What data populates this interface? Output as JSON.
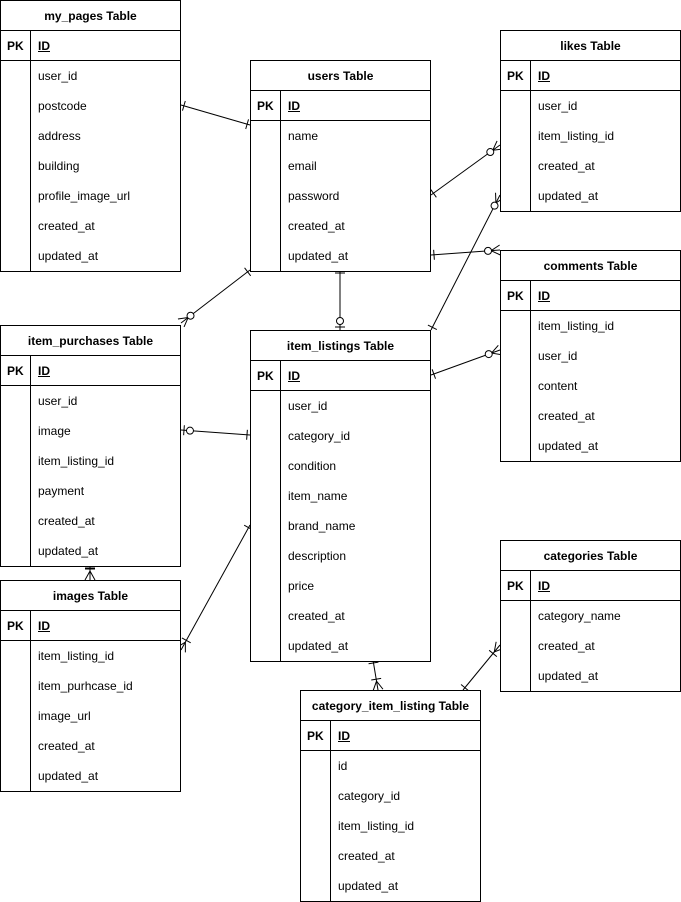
{
  "tables": {
    "my_pages": {
      "title": "my_pages Table",
      "pk_label": "PK",
      "pk_field": "ID",
      "fields": [
        "user_id",
        "postcode",
        "address",
        "building",
        "profile_image_url",
        "created_at",
        "updated_at"
      ]
    },
    "users": {
      "title": "users Table",
      "pk_label": "PK",
      "pk_field": "ID",
      "fields": [
        "name",
        "email",
        "password",
        "created_at",
        "updated_at"
      ]
    },
    "likes": {
      "title": "likes Table",
      "pk_label": "PK",
      "pk_field": "ID",
      "fields": [
        "user_id",
        "item_listing_id",
        "created_at",
        "updated_at"
      ]
    },
    "comments": {
      "title": "comments Table",
      "pk_label": "PK",
      "pk_field": "ID",
      "fields": [
        "item_listing_id",
        "user_id",
        "content",
        "created_at",
        "updated_at"
      ]
    },
    "item_purchases": {
      "title": "item_purchases Table",
      "pk_label": "PK",
      "pk_field": "ID",
      "fields": [
        "user_id",
        "image",
        "item_listing_id",
        "payment",
        "created_at",
        "updated_at"
      ]
    },
    "item_listings": {
      "title": "item_listings Table",
      "pk_label": "PK",
      "pk_field": "ID",
      "fields": [
        "user_id",
        "category_id",
        "condition",
        "item_name",
        "brand_name",
        "description",
        "price",
        "created_at",
        "updated_at"
      ]
    },
    "images": {
      "title": "images Table",
      "pk_label": "PK",
      "pk_field": "ID",
      "fields": [
        "item_listing_id",
        "item_purhcase_id",
        "image_url",
        "created_at",
        "updated_at"
      ]
    },
    "categories": {
      "title": "categories Table",
      "pk_label": "PK",
      "pk_field": "ID",
      "fields": [
        "category_name",
        "created_at",
        "updated_at"
      ]
    },
    "category_item_listing": {
      "title": "category_item_listing Table",
      "pk_label": "PK",
      "pk_field": "ID",
      "fields": [
        "id",
        "category_id",
        "item_listing_id",
        "created_at",
        "updated_at"
      ]
    }
  },
  "relationships": [
    {
      "from": "my_pages",
      "to": "users",
      "from_end": "one",
      "to_end": "one"
    },
    {
      "from": "users",
      "to": "likes",
      "from_end": "one",
      "to_end": "zero-or-many"
    },
    {
      "from": "users",
      "to": "comments",
      "from_end": "one",
      "to_end": "zero-or-many"
    },
    {
      "from": "users",
      "to": "item_purchases",
      "from_end": "one",
      "to_end": "zero-or-many"
    },
    {
      "from": "users",
      "to": "item_listings",
      "from_end": "one",
      "to_end": "zero-or-one"
    },
    {
      "from": "item_listings",
      "to": "likes",
      "from_end": "one",
      "to_end": "zero-or-many"
    },
    {
      "from": "item_listings",
      "to": "comments",
      "from_end": "one",
      "to_end": "zero-or-many"
    },
    {
      "from": "item_listings",
      "to": "item_purchases",
      "from_end": "one",
      "to_end": "zero-or-one"
    },
    {
      "from": "item_listings",
      "to": "images",
      "from_end": "one",
      "to_end": "one-or-many"
    },
    {
      "from": "item_purchases",
      "to": "images",
      "from_end": "one",
      "to_end": "one-or-many"
    },
    {
      "from": "item_listings",
      "to": "category_item_listing",
      "from_end": "one",
      "to_end": "one-or-many"
    },
    {
      "from": "categories",
      "to": "category_item_listing",
      "from_end": "one-or-many",
      "to_end": "one"
    }
  ]
}
